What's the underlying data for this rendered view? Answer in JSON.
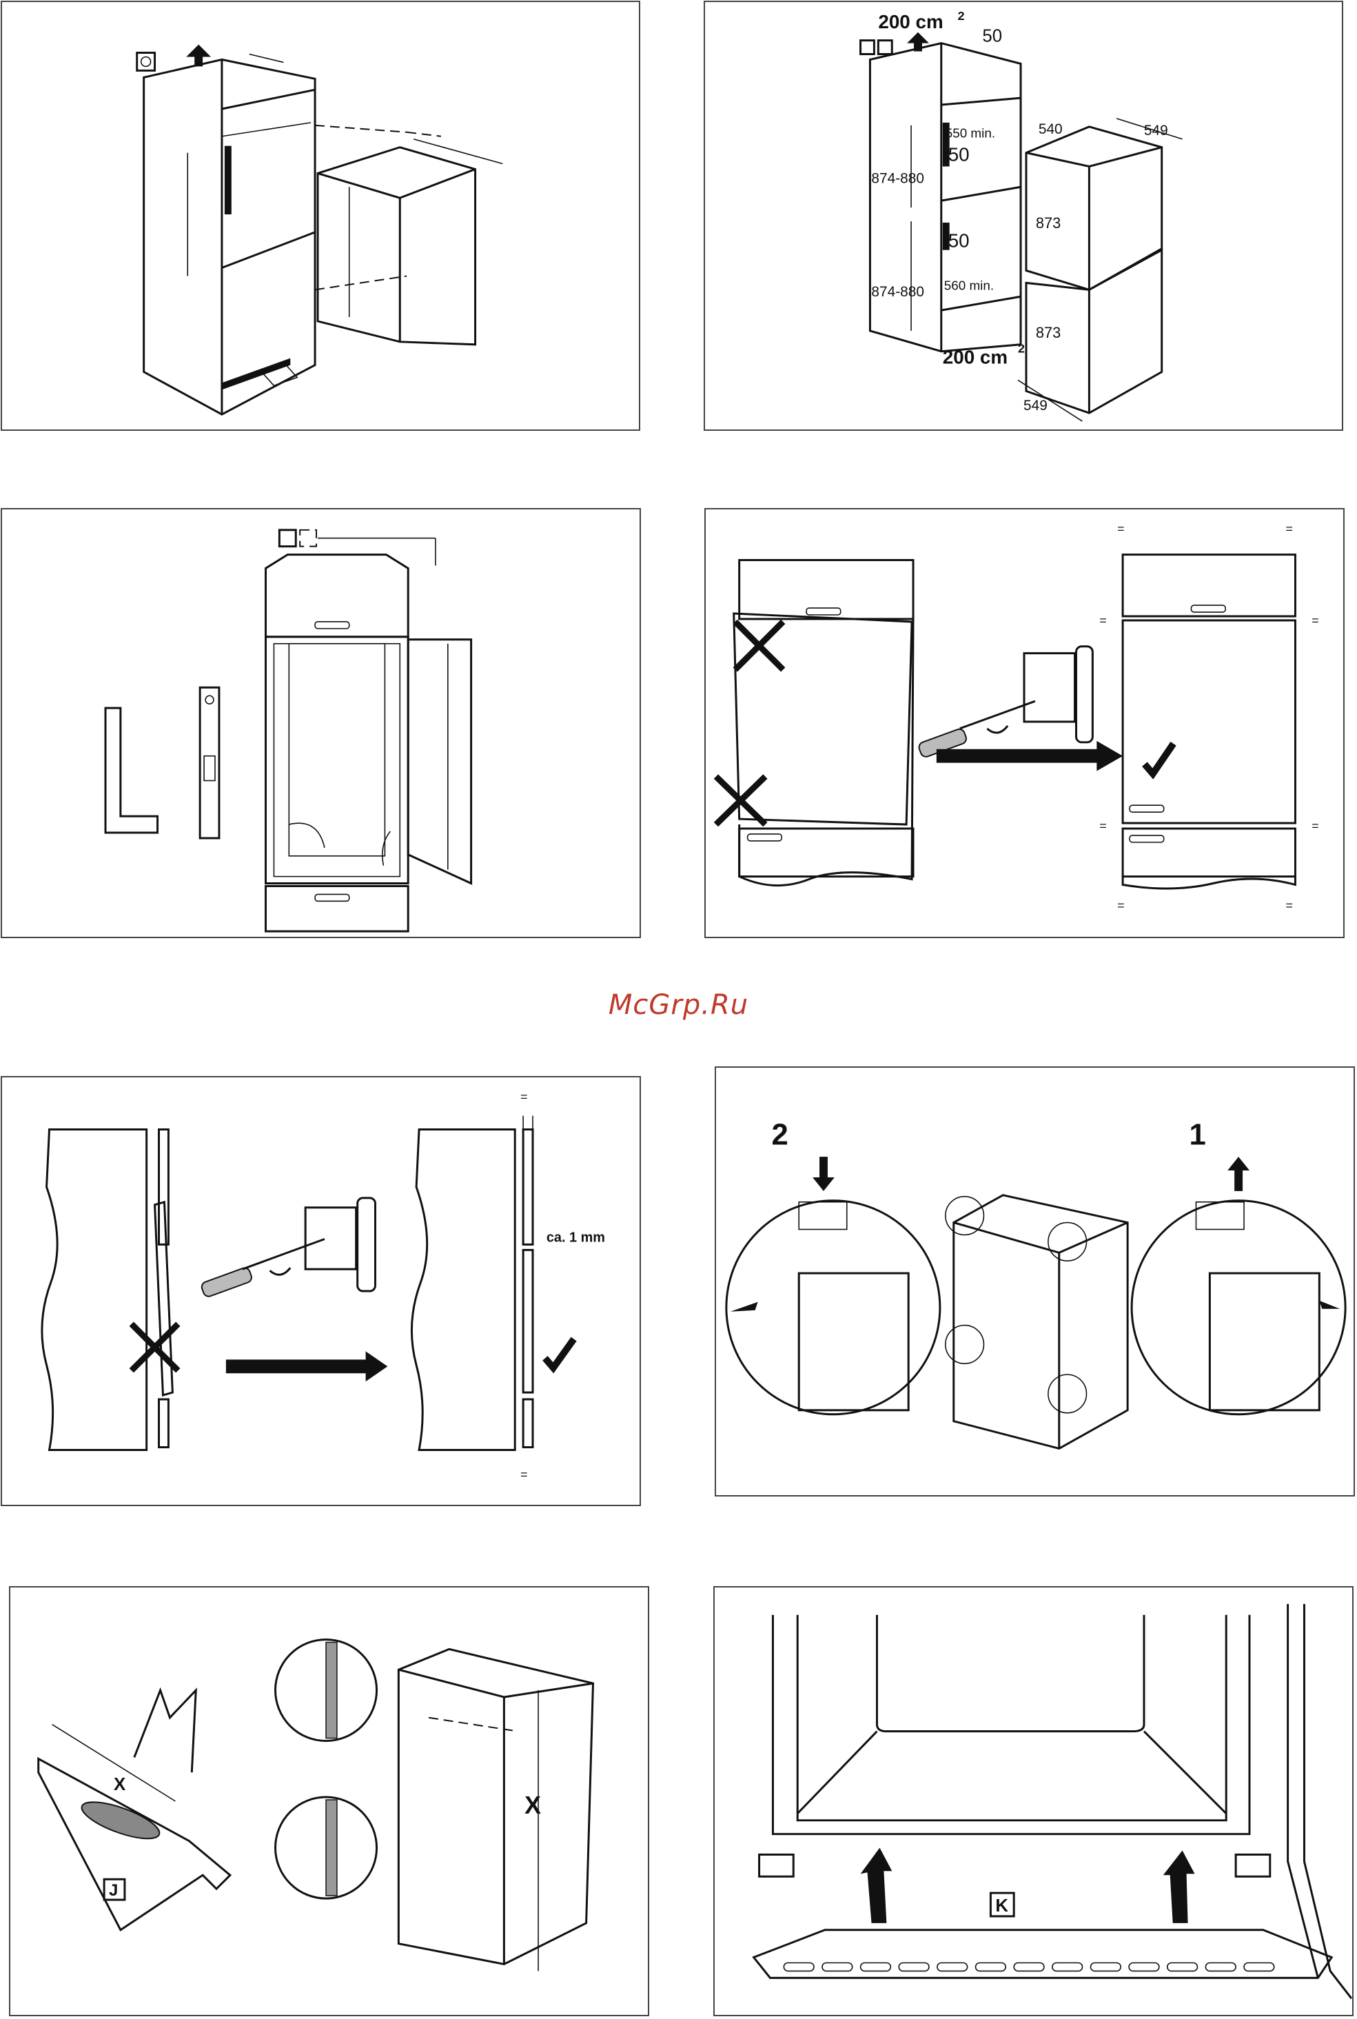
{
  "watermark": "McGrp.Ru",
  "panel2": {
    "vent_top": "200 cm",
    "vent_top_sup": "2",
    "gap_top": "50",
    "depth_540": "540",
    "depth_549_top": "549",
    "min_550": "550 min.",
    "gap_mid1": "50",
    "gap_mid2": "50",
    "niche_upper": "874-880",
    "niche_lower": "874-880",
    "min_560": "560 min.",
    "height_upper": "873",
    "height_lower": "873",
    "vent_bottom": "200 cm",
    "vent_bottom_sup": "2",
    "depth_549_bottom": "549"
  },
  "panel5": {
    "gap_label": "ca. 1 mm"
  },
  "panel6": {
    "step_left": "2",
    "step_right": "1"
  },
  "panel7": {
    "measure_x1": "X",
    "measure_x2": "X",
    "part_j": "J"
  },
  "panel8": {
    "part_k": "K"
  },
  "equal_sign": "="
}
